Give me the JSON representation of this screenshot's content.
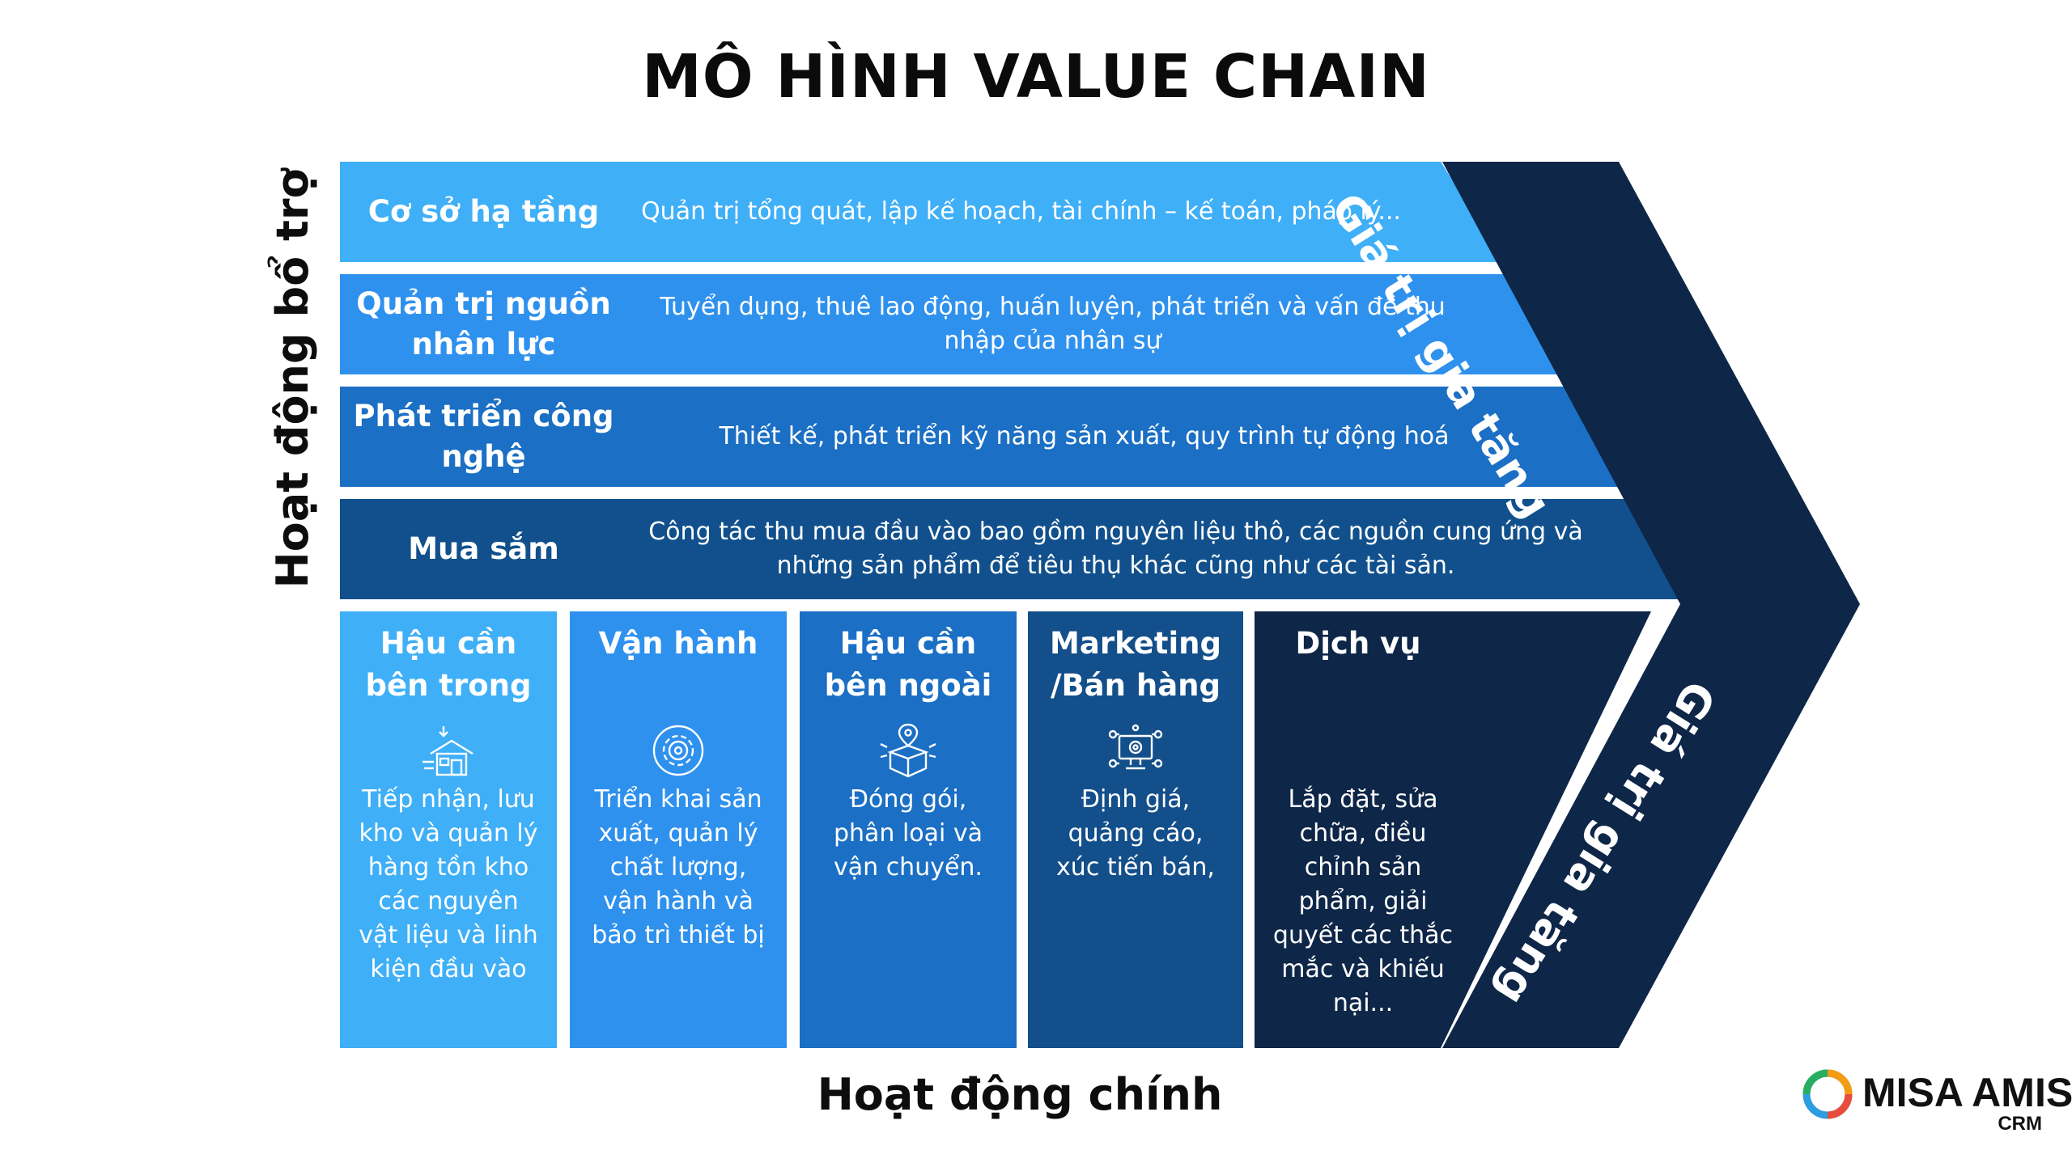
{
  "title": "MÔ HÌNH VALUE CHAIN",
  "support_label": "Hoạt động bổ trợ",
  "primary_label": "Hoạt động chính",
  "arrow": {
    "top_text": "Giá trị gia tăng",
    "bottom_text": "Giá trị gia tăng",
    "color": "#0e2647"
  },
  "support_activities": [
    {
      "title": "Cơ sở hạ tầng",
      "desc": "Quản trị tổng quát, lập kế hoạch, tài chính – kế toán, pháp lý...",
      "color": "#3faff7"
    },
    {
      "title": "Quản trị nguồn nhân lực",
      "desc": "Tuyển dụng, thuê lao động, huấn luyện, phát triển và vấn đề thu nhập của nhân sự",
      "color": "#2f91ee"
    },
    {
      "title": "Phát triển công nghệ",
      "desc": "Thiết kế, phát triển kỹ năng sản xuất, quy trình tự động hoá",
      "color": "#1b6fc4"
    },
    {
      "title": "Mua sắm",
      "desc": "Công tác thu mua đầu vào bao gồm nguyên liệu thô, các nguồn cung ứng và những sản phẩm để tiêu thụ khác cũng như các tài sản.",
      "color": "#11508c"
    }
  ],
  "primary_activities": [
    {
      "title": "Hậu cần bên trong",
      "icon": "warehouse-icon",
      "desc": "Tiếp nhận, lưu kho và quản lý hàng tồn kho các nguyên vật liệu và linh kiện đầu vào",
      "color": "#3faff7"
    },
    {
      "title": "Vận hành",
      "icon": "gear-icon",
      "desc": "Triển khai sản xuất, quản lý chất lượng, vận hành và bảo trì thiết bị",
      "color": "#2f91ee"
    },
    {
      "title": "Hậu cần bên ngoài",
      "icon": "delivery-box-icon",
      "desc": "Đóng gói, phân loại và vận chuyển.",
      "color": "#1b6fc4"
    },
    {
      "title": "Marketing /Bán hàng",
      "icon": "marketing-icon",
      "desc": "Định giá, quảng cáo, xúc tiến bán,",
      "color": "#134f8a"
    },
    {
      "title": "Dịch vụ",
      "icon": "",
      "desc": "Lắp đặt, sửa chữa, điều chỉnh sản phẩm, giải quyết các thắc mắc và khiếu nại...",
      "color": "#0e2647"
    }
  ],
  "logo": {
    "name": "MISA AMIS",
    "sub": "CRM"
  }
}
